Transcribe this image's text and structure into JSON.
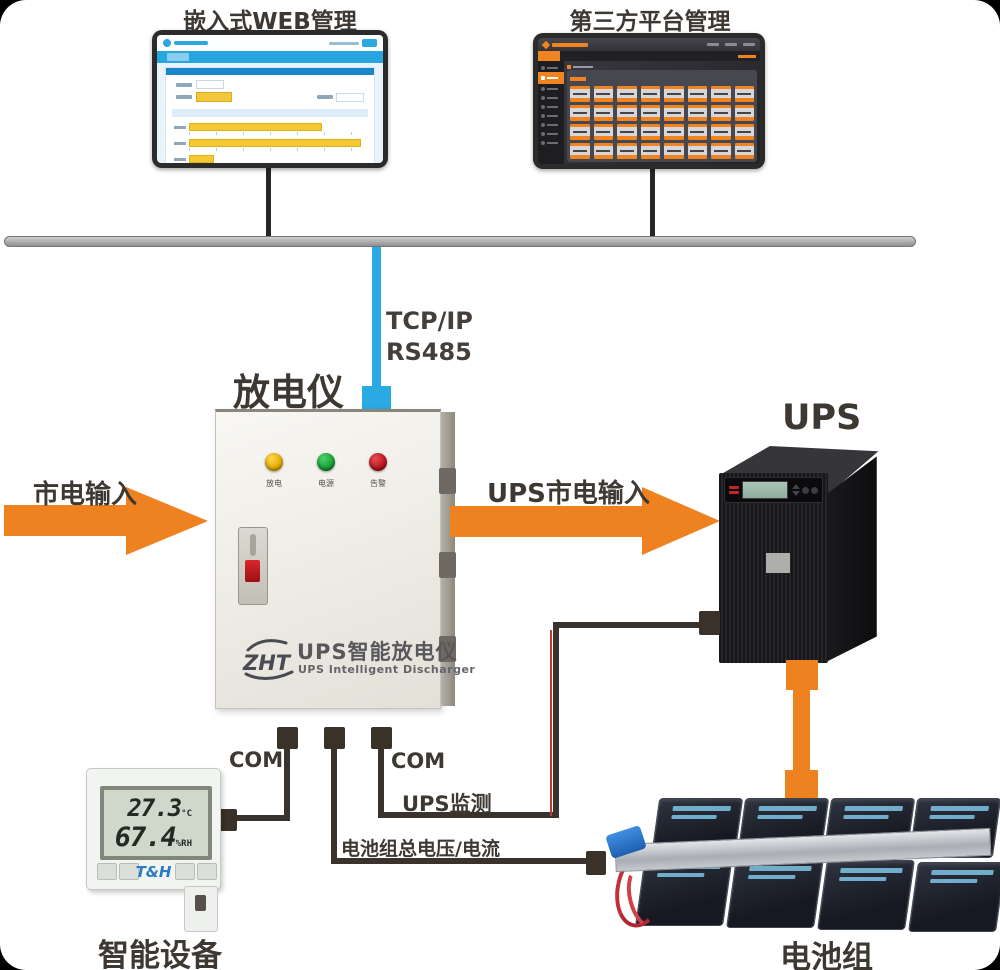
{
  "colors": {
    "orange": "#EE8220",
    "blue_link": "#29AAE2",
    "wire": "#3A322C",
    "label_text": "#3E3833",
    "light_discharge": "#E8B400",
    "light_power": "#17A335",
    "light_alarm": "#B5121B"
  },
  "management": {
    "web_title": "嵌入式WEB管理",
    "platform_title": "第三方平台管理"
  },
  "network_link": {
    "line1": "TCP/IP",
    "line2": "RS485"
  },
  "discharger": {
    "title": "放电仪",
    "lights": [
      {
        "label": "放电",
        "color": "#E8B400"
      },
      {
        "label": "电源",
        "color": "#17A335"
      },
      {
        "label": "告警",
        "color": "#B5121B"
      }
    ],
    "brand": "ZHT",
    "name_cn": "UPS智能放电仪",
    "name_en": "UPS Intelligent Discharger"
  },
  "power_flow": {
    "mains_input": "市电输入",
    "ups_mains_input": "UPS市电输入"
  },
  "ups": {
    "title": "UPS"
  },
  "signals": {
    "com_left": "COM",
    "com_right": "COM",
    "ups_monitor": "UPS监测",
    "battery_voltage_current": "电池组总电压/电流"
  },
  "th_meter": {
    "temperature": "27.3",
    "temperature_unit": "°C",
    "humidity": "67.4",
    "humidity_unit": "%RH",
    "brand": "T&H",
    "caption": "智能设备"
  },
  "battery": {
    "caption": "电池组"
  }
}
